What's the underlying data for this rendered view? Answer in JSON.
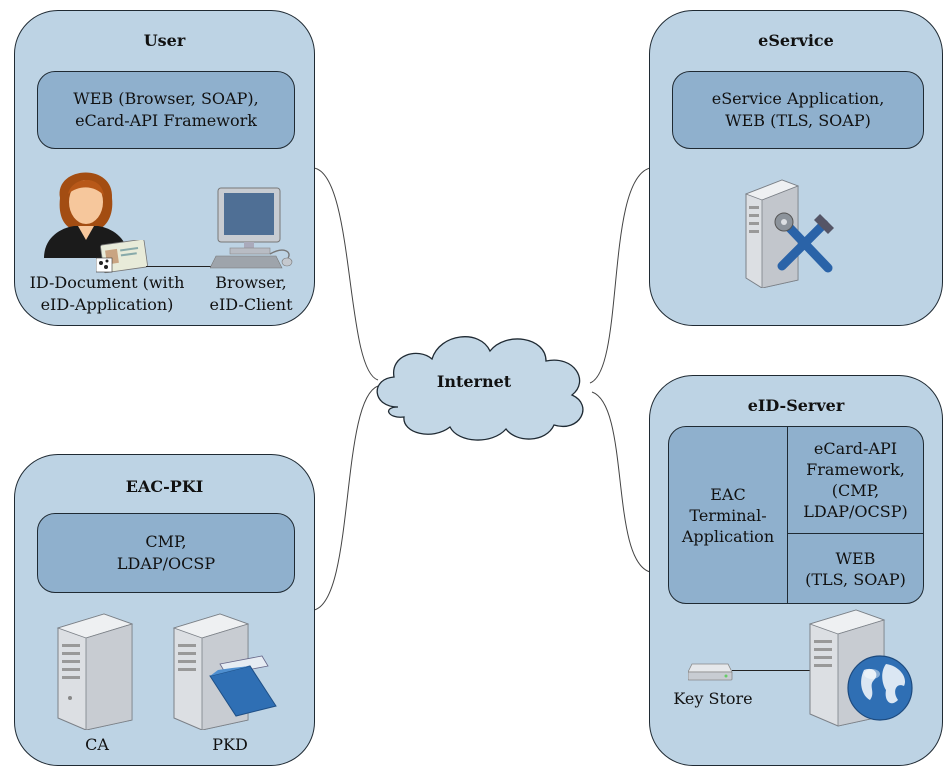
{
  "user": {
    "title": "User",
    "protocols": [
      "WEB (Browser, SOAP),",
      "eCard-API Framework"
    ],
    "id_document_label": [
      "ID-Document (with",
      "eID-Application)"
    ],
    "browser_label": [
      "Browser,",
      "eID-Client"
    ]
  },
  "eservice": {
    "title": "eService",
    "protocols": [
      "eService Application,",
      "WEB (TLS, SOAP)"
    ]
  },
  "internet": {
    "label": "Internet"
  },
  "eac_pki": {
    "title": "EAC-PKI",
    "protocols": [
      "CMP,",
      "LDAP/OCSP"
    ],
    "ca_label": "CA",
    "pkd_label": "PKD"
  },
  "eid_server": {
    "title": "eID-Server",
    "eac_terminal": [
      "EAC",
      "Terminal-",
      "Application"
    ],
    "ecard_api": [
      "eCard-API",
      "Framework,",
      "(CMP,",
      "LDAP/OCSP)"
    ],
    "web": [
      "WEB",
      "(TLS, SOAP)"
    ],
    "key_store_label": "Key Store"
  },
  "colors": {
    "panel": "#bdd3e4",
    "inner": "#8fb0cd",
    "cloud": "#c3d7e6",
    "border": "#1f2a33"
  },
  "icons": [
    "user-person-icon",
    "id-card-icon",
    "computer-icon",
    "server-tools-icon",
    "ca-server-icon",
    "pkd-server-folder-icon",
    "key-store-icon",
    "server-globe-icon"
  ]
}
